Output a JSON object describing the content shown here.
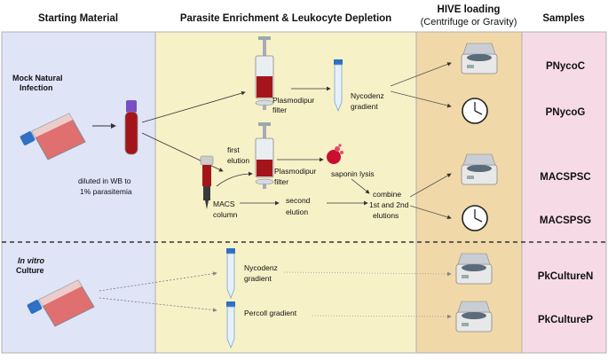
{
  "columns": {
    "starting": "Starting Material",
    "enrichment": "Parasite Enrichment & Leukocyte Depletion",
    "hive_title": "HIVE loading",
    "hive_sub": "(Centrifuge or Gravity)",
    "samples": "Samples"
  },
  "rows": {
    "mock_line1": "Mock Natural",
    "mock_line2": "Infection",
    "vitro_line1": "In vitro",
    "vitro_line2": "Culture"
  },
  "labels": {
    "diluted_line1": "diluted in WB to",
    "diluted_line2": "1% parasitemia",
    "plasmodipur_top_1": "Plasmodipur",
    "plasmodipur_top_2": "filter",
    "nycodenz_top_1": "Nycodenz",
    "nycodenz_top_2": "gradient",
    "first_elution_1": "first",
    "first_elution_2": "elution",
    "plasmodipur_mid_1": "Plasmodipur",
    "plasmodipur_mid_2": "filter",
    "saponin": "saponin lysis",
    "macs_1": "MACS",
    "macs_2": "column",
    "second_elution_1": "second",
    "second_elution_2": "elution",
    "combine_1": "combine",
    "combine_2": "1st and 2nd",
    "combine_3": "elutions",
    "nycodenz_bottom_1": "Nycodenz",
    "nycodenz_bottom_2": "gradient",
    "percoll": "Percoll gradient"
  },
  "samples": [
    "PNycoC",
    "PNycoG",
    "MACSPSC",
    "MACSPSG",
    "PkCultureN",
    "PkCultureP"
  ],
  "colors": {
    "starting_bg": "#dfe4f7",
    "enrichment_bg": "#f7f1c8",
    "hive_bg": "#f0d8a8",
    "samples_bg": "#f6dbe6",
    "border": "#b0b0b0",
    "blood": "#a4151b",
    "flask": "#e06f6f",
    "cap": "#2f6fc4"
  }
}
